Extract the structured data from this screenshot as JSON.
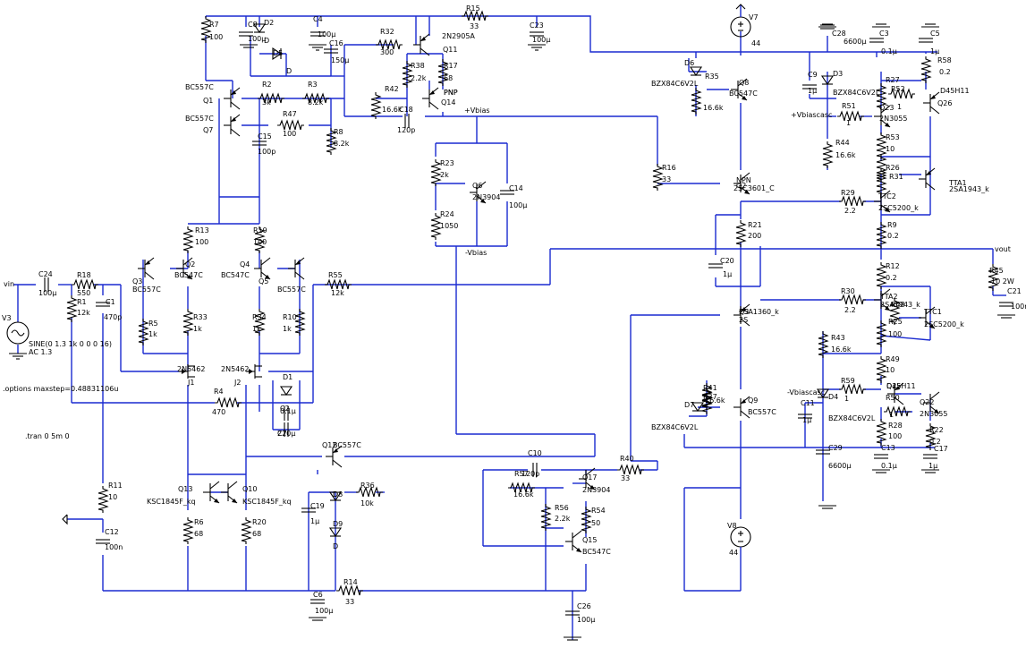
{
  "components": [
    {
      "ref": "R7",
      "val": "100"
    },
    {
      "ref": "C8",
      "val": "100µ"
    },
    {
      "ref": "D2",
      "val": "D"
    },
    {
      "ref": "C4",
      "val": "100µ"
    },
    {
      "ref": "R15",
      "val": "33"
    },
    {
      "ref": "C23",
      "val": "100µ"
    },
    {
      "ref": "V7",
      "val": "44"
    },
    {
      "ref": "C28",
      "val": "6600µ"
    },
    {
      "ref": "C3",
      "val": "0.1µ"
    },
    {
      "ref": "C5",
      "val": "1µ"
    },
    {
      "ref": "R58",
      "val": "0.2"
    },
    {
      "ref": "D5",
      "val": "D"
    },
    {
      "ref": "C16",
      "val": "150µ"
    },
    {
      "ref": "R32",
      "val": "300"
    },
    {
      "ref": "Q11",
      "val": "2N2905A"
    },
    {
      "ref": "R38",
      "val": "2.2k"
    },
    {
      "ref": "R17",
      "val": "68"
    },
    {
      "ref": "Q1",
      "val": "BC557C"
    },
    {
      "ref": "R2",
      "val": "3k"
    },
    {
      "ref": "R3",
      "val": "8.2k"
    },
    {
      "ref": "R42",
      "val": "16.6k"
    },
    {
      "ref": "C18",
      "val": "120p"
    },
    {
      "ref": "Q14",
      "val": "PNP"
    },
    {
      "ref": "Q7",
      "val": "BC557C"
    },
    {
      "ref": "R47",
      "val": "100"
    },
    {
      "ref": "R8",
      "val": "8.2k"
    },
    {
      "ref": "C15",
      "val": "100p"
    },
    {
      "ref": "D6",
      "val": "BZX84C6V2L"
    },
    {
      "ref": "R35",
      "val": "16.6k"
    },
    {
      "ref": "Q8",
      "val": "BC547C"
    },
    {
      "ref": "C9",
      "val": "1µ"
    },
    {
      "ref": "D3",
      "val": "BZX84C6V2L"
    },
    {
      "ref": "R27",
      "val": ""
    },
    {
      "ref": "R52",
      "val": "1"
    },
    {
      "ref": "Q26",
      "val": "D45H11"
    },
    {
      "ref": "Q23",
      "val": "2N3055"
    },
    {
      "ref": "R51",
      "val": "1"
    },
    {
      "ref": "R53",
      "val": "10"
    },
    {
      "ref": "R44",
      "val": "16.6k"
    },
    {
      "ref": "R23",
      "val": "2k"
    },
    {
      "ref": "Q6",
      "val": "2N3904"
    },
    {
      "ref": "C14",
      "val": "100µ"
    },
    {
      "ref": "R24",
      "val": "1050"
    },
    {
      "ref": "R16",
      "val": "33"
    },
    {
      "ref": "Q2",
      "val": "2SC3601_C"
    },
    {
      "ref": "R26",
      "val": ""
    },
    {
      "ref": "R31",
      "val": ""
    },
    {
      "ref": "TTC2",
      "val": "2SC5200_k"
    },
    {
      "ref": "TTA1",
      "val": "2SA1943_k"
    },
    {
      "ref": "R29",
      "val": "2.2"
    },
    {
      "ref": "R9",
      "val": "0.2"
    },
    {
      "ref": "R13",
      "val": "100"
    },
    {
      "ref": "R19",
      "val": "100"
    },
    {
      "ref": "R21",
      "val": "200"
    },
    {
      "ref": "C24",
      "val": "100µ"
    },
    {
      "ref": "R18",
      "val": "550"
    },
    {
      "ref": "R1",
      "val": "12k"
    },
    {
      "ref": "C1",
      "val": "470p"
    },
    {
      "ref": "Q3",
      "val": "BC557C"
    },
    {
      "ref": "Q2b",
      "val": "BC547C"
    },
    {
      "ref": "Q4",
      "val": "BC547C"
    },
    {
      "ref": "Q5",
      "val": "BC557C"
    },
    {
      "ref": "R55",
      "val": "12k"
    },
    {
      "ref": "C20",
      "val": "1µ"
    },
    {
      "ref": "R45",
      "val": "10 2W"
    },
    {
      "ref": "C21",
      "val": "100n"
    },
    {
      "ref": "R5",
      "val": "1k"
    },
    {
      "ref": "R33",
      "val": "1k"
    },
    {
      "ref": "R34",
      "val": "1k"
    },
    {
      "ref": "R10",
      "val": "1k"
    },
    {
      "ref": "R12",
      "val": "0.2"
    },
    {
      "ref": "R30",
      "val": "2.2"
    },
    {
      "ref": "Q3b",
      "val": "2SA1360_k"
    },
    {
      "ref": "TTA2",
      "val": "2SA1943_k"
    },
    {
      "ref": "R48",
      "val": ""
    },
    {
      "ref": "TTC1",
      "val": "2SC5200_k"
    },
    {
      "ref": "R25",
      "val": "100"
    },
    {
      "ref": "V3",
      "val": "SINE(0 1.3 1k 0 0 0 16)"
    },
    {
      "ref": "J1",
      "val": "2N5462"
    },
    {
      "ref": "J2",
      "val": "2N5462"
    },
    {
      "ref": "D1",
      "val": ""
    },
    {
      "ref": "R4",
      "val": "470"
    },
    {
      "ref": "C2",
      "val": "0.1µ"
    },
    {
      "ref": "C7",
      "val": "220µ"
    },
    {
      "ref": "R43",
      "val": "16.6k"
    },
    {
      "ref": "R49",
      "val": "10"
    },
    {
      "ref": "R41",
      "val": "16.6k"
    },
    {
      "ref": "R37",
      "val": ""
    },
    {
      "ref": "D7",
      "val": "BZX84C6V2L"
    },
    {
      "ref": "Q9",
      "val": "BC557C"
    },
    {
      "ref": "R59",
      "val": "1"
    },
    {
      "ref": "D4",
      "val": "BZX84C6V2L"
    },
    {
      "ref": "C11",
      "val": "1µ"
    },
    {
      "ref": "Q25",
      "val": "D45H11"
    },
    {
      "ref": "R50",
      "val": "1"
    },
    {
      "ref": "Q22",
      "val": "2N3055"
    },
    {
      "ref": "R28",
      "val": "100"
    },
    {
      "ref": "R22",
      "val": "0.2"
    },
    {
      "ref": "C29",
      "val": "6600µ"
    },
    {
      "ref": "C13",
      "val": "0.1µ"
    },
    {
      "ref": "C17",
      "val": "1µ"
    },
    {
      "ref": "Q12",
      "val": "BC557C"
    },
    {
      "ref": "C10",
      "val": "120p"
    },
    {
      "ref": "R40",
      "val": "33"
    },
    {
      "ref": "R57",
      "val": "16.6k"
    },
    {
      "ref": "Q17",
      "val": "2N3904"
    },
    {
      "ref": "R56",
      "val": "2.2k"
    },
    {
      "ref": "R54",
      "val": "50"
    },
    {
      "ref": "Q15",
      "val": "BC547C"
    },
    {
      "ref": "R11",
      "val": "10"
    },
    {
      "ref": "C12",
      "val": "100n"
    },
    {
      "ref": "Q13",
      "val": "KSC1845F_kq"
    },
    {
      "ref": "Q10",
      "val": "KSC1845F_kq"
    },
    {
      "ref": "R6",
      "val": "68"
    },
    {
      "ref": "R20",
      "val": "68"
    },
    {
      "ref": "C19",
      "val": "1µ"
    },
    {
      "ref": "D8",
      "val": "D"
    },
    {
      "ref": "D9",
      "val": "D"
    },
    {
      "ref": "R36",
      "val": "10k"
    },
    {
      "ref": "R14",
      "val": "33"
    },
    {
      "ref": "C6",
      "val": "100µ"
    },
    {
      "ref": "C26",
      "val": "100µ"
    },
    {
      "ref": "V8",
      "val": "44"
    }
  ],
  "nets": {
    "vin": "vin",
    "vout": "vout",
    "vbias_pos": "+Vbias",
    "vbias_neg": "-Vbias",
    "vbiascasc_pos": "+Vbiascasc",
    "vbiascasc_neg": "-Vbiascasc",
    "npn_label": "NPN",
    "pnp_label": "PNP",
    "q2s_label": "2S"
  },
  "source_ac": "AC 1.3",
  "spice": {
    "options": ".options maxstep=0.48831106u",
    "tran": ".tran 0 5m 0"
  },
  "colors": {
    "wire": "#1a2ad0",
    "component": "#000000",
    "background": "#ffffff"
  }
}
